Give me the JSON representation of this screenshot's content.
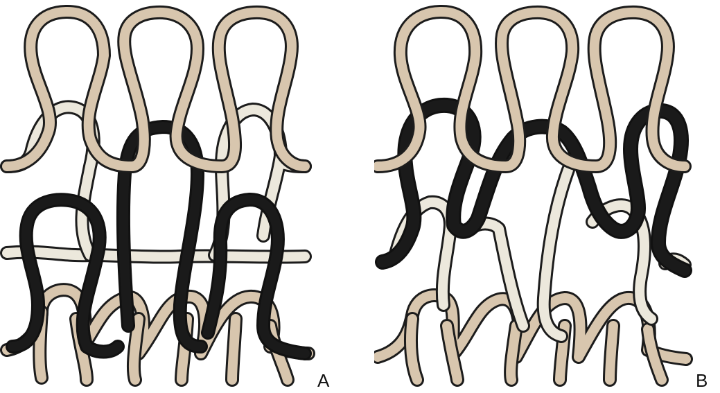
{
  "panels": [
    {
      "label": "A",
      "yarns": [
        {
          "name": "top-beige-row",
          "color": "tan"
        },
        {
          "name": "middle-cream-row",
          "color": "cream"
        },
        {
          "name": "black-row",
          "color": "black"
        },
        {
          "name": "bottom-beige-row",
          "color": "tan"
        }
      ]
    },
    {
      "label": "B",
      "yarns": [
        {
          "name": "top-beige-row",
          "color": "tan"
        },
        {
          "name": "black-row-crossed",
          "color": "black"
        },
        {
          "name": "cream-row-crossed",
          "color": "cream"
        },
        {
          "name": "bottom-beige-row",
          "color": "tan"
        }
      ]
    }
  ],
  "colors": {
    "tan": "#d8c6ae",
    "cream": "#ece8dc",
    "black": "#1a1a1a",
    "outline": "#1c1c1c",
    "background": "#ffffff"
  }
}
